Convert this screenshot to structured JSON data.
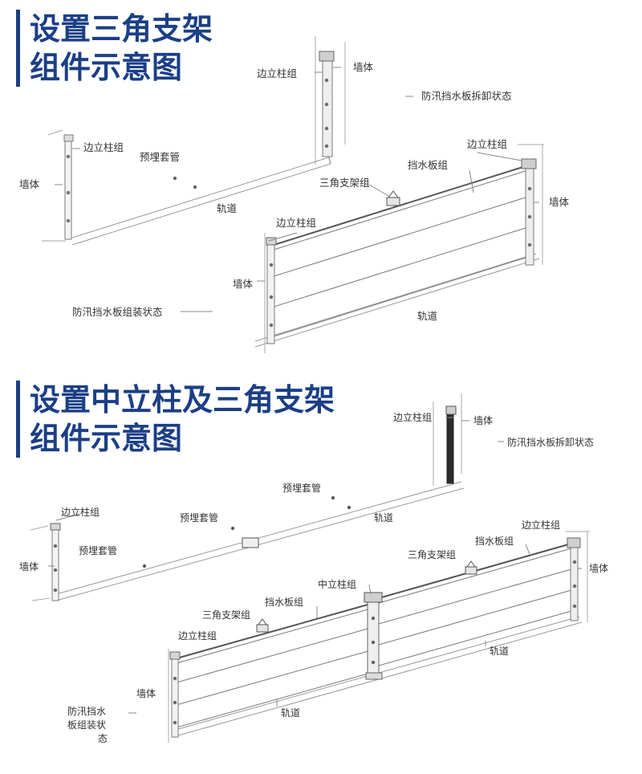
{
  "section1": {
    "heading": [
      "设置三角支架",
      "组件示意图"
    ],
    "labels": {
      "wall_left": "墙体",
      "edge_post_left": "边立柱组",
      "embedded_sleeve": "预埋套管",
      "track_upper": "轨道",
      "edge_post_back": "边立柱组",
      "wall_back": "墙体",
      "dismantled_state": "防汛挡水板拆卸状态",
      "edge_post_right": "边立柱组",
      "baffle_group": "挡水板组",
      "triangle_bracket": "三角支架组",
      "wall_right": "墙体",
      "edge_post_front": "边立柱组",
      "wall_front": "墙体",
      "assembled_state": "防汛挡水板组装状态",
      "track_lower": "轨道"
    }
  },
  "section2": {
    "heading": [
      "设置中立柱及三角支架",
      "组件示意图"
    ],
    "labels": {
      "edge_post_back": "边立柱组",
      "wall_back": "墙体",
      "dismantled_state": "防汛挡水板拆卸状态",
      "sleeve_1": "预埋套管",
      "track_upper": "轨道",
      "sleeve_2": "预埋套管",
      "edge_post_left": "边立柱组",
      "sleeve_3": "预埋套管",
      "wall_left": "墙体",
      "edge_post_right": "边立柱组",
      "baffle_group_right": "挡水板组",
      "triangle_bracket_right": "三角支架组",
      "wall_right": "墙体",
      "middle_post": "中立柱组",
      "baffle_group_left": "挡水板组",
      "triangle_bracket_left": "三角支架组",
      "edge_post_front": "边立柱组",
      "track_lower_right": "轨道",
      "wall_front": "墙体",
      "assembled_state_1": "防汛挡水",
      "assembled_state_2": "板组装状",
      "assembled_state_3": "态",
      "track_lower": "轨道"
    }
  }
}
